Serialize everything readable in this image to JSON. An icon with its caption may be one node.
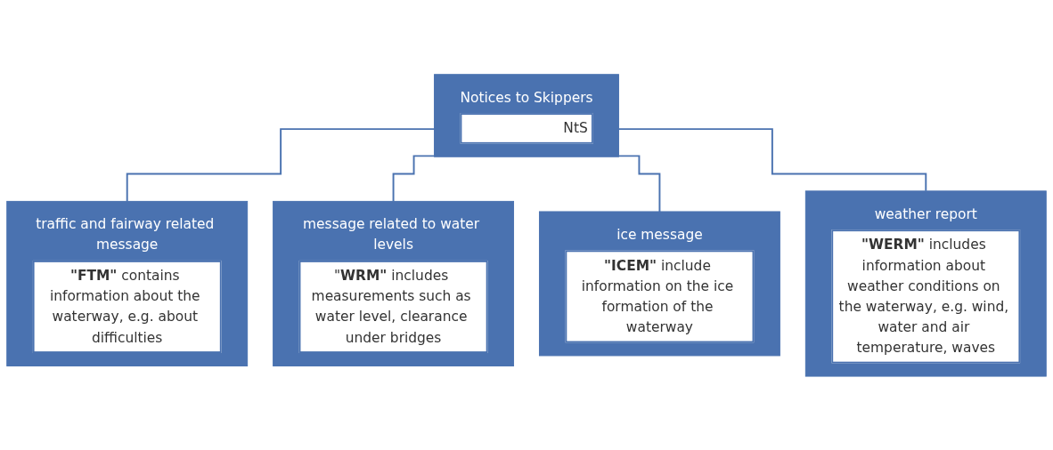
{
  "diagram": {
    "nodes": [
      {
        "text": [
          "Notices to Skippers",
          "NtS"
        ]
      },
      {
        "text": [
          "traffic and fairway related message",
          "**\"FTM\"** contains information about the waterway, e.g. about difficulties"
        ]
      },
      {
        "text": [
          "message related to water levels",
          "\"**WRM\"** includes measurements such as water level, clearance under bridges"
        ]
      },
      {
        "text": [
          "ice message",
          "**\"ICEM\"** include information on the ice formation of the waterway"
        ]
      },
      {
        "text": [
          "weather report",
          "**\"WERM\"** includes information about weather conditions on the waterway, e.g. wind, water and air temperature, waves"
        ]
      }
    ],
    "edges": [
      {
        "from": 0,
        "to": 1,
        "arrow": "none"
      },
      {
        "from": 0,
        "to": 2,
        "arrow": "none"
      },
      {
        "from": 0,
        "to": 3,
        "arrow": "none"
      },
      {
        "from": 0,
        "to": 4,
        "arrow": "none"
      }
    ]
  }
}
